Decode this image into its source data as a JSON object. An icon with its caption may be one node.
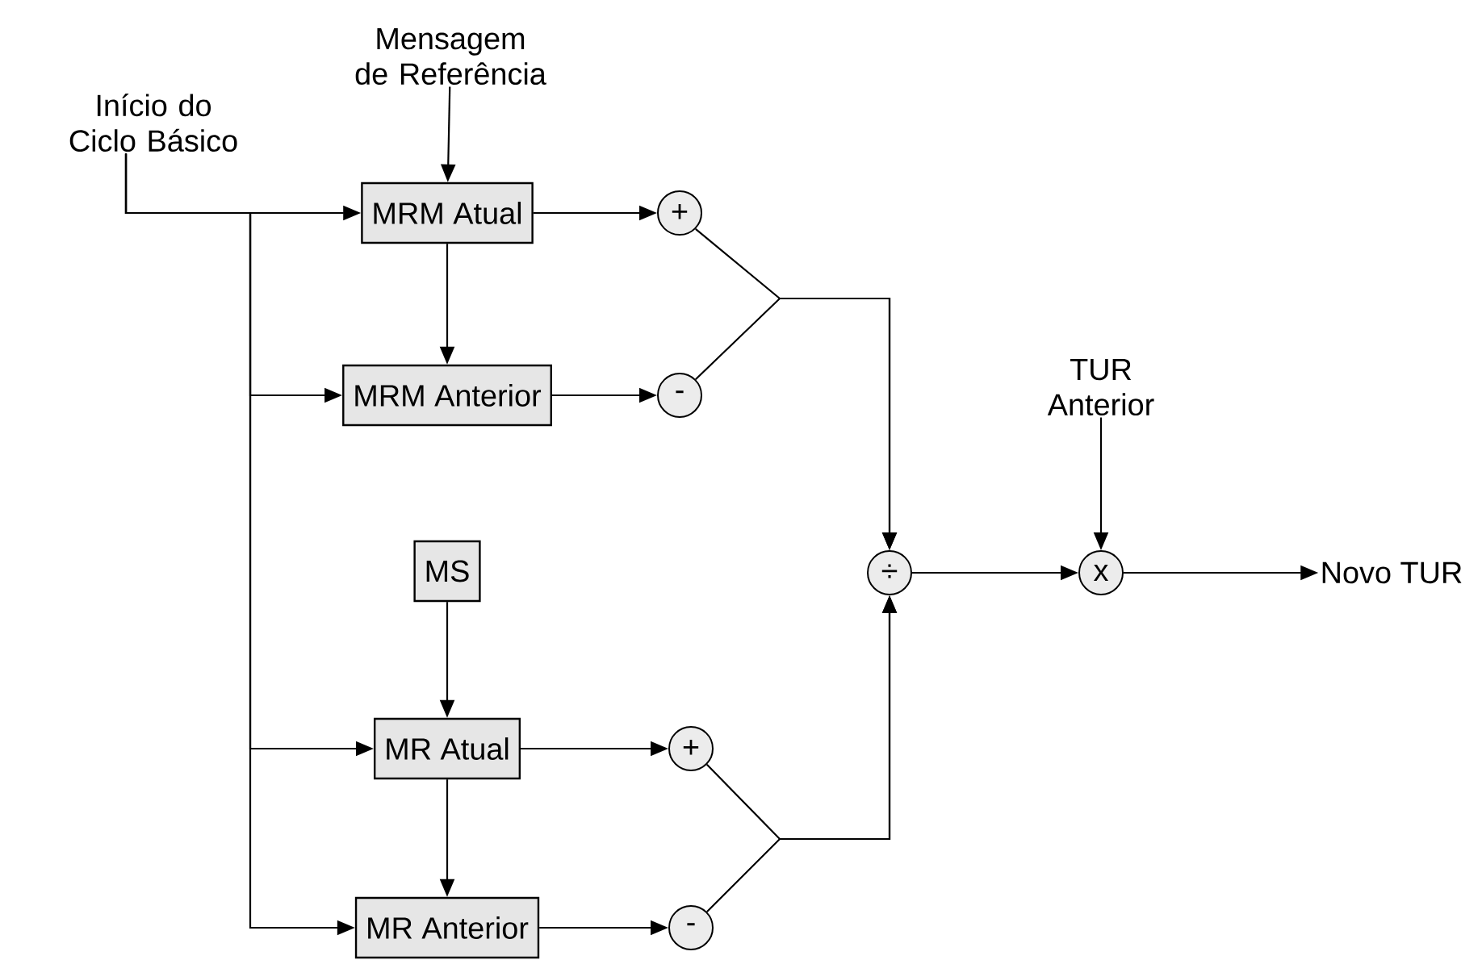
{
  "diagram": {
    "nodes": [
      {
        "text": [
          "Início do Ciclo Básico"
        ]
      },
      {
        "text": [
          "Mensagem de Referência"
        ]
      },
      {
        "text": [
          "MRM Atual"
        ]
      },
      {
        "text": [
          "MRM Anterior"
        ]
      },
      {
        "text": [
          "+"
        ]
      },
      {
        "text": [
          "-"
        ]
      },
      {
        "text": [
          "MS"
        ]
      },
      {
        "text": [
          "MR Atual"
        ]
      },
      {
        "text": [
          "MR Anterior"
        ]
      },
      {
        "text": [
          "+"
        ]
      },
      {
        "text": [
          "-"
        ]
      },
      {
        "text": [
          "÷"
        ]
      },
      {
        "text": [
          "TUR Anterior"
        ]
      },
      {
        "text": [
          "x"
        ]
      },
      {
        "text": [
          "Novo TUR"
        ]
      }
    ],
    "edges": [
      {
        "from": 0,
        "to": 2,
        "arrow": "to"
      },
      {
        "from": 0,
        "to": 3,
        "arrow": "to"
      },
      {
        "from": 0,
        "to": 7,
        "arrow": "to"
      },
      {
        "from": 0,
        "to": 8,
        "arrow": "to"
      },
      {
        "from": 1,
        "to": 2,
        "arrow": "to"
      },
      {
        "from": 2,
        "to": 3,
        "arrow": "to"
      },
      {
        "from": 2,
        "to": 4,
        "arrow": "to"
      },
      {
        "from": 3,
        "to": 5,
        "arrow": "to"
      },
      {
        "from": 6,
        "to": 7,
        "arrow": "to"
      },
      {
        "from": 7,
        "to": 8,
        "arrow": "to"
      },
      {
        "from": 7,
        "to": 9,
        "arrow": "to"
      },
      {
        "from": 8,
        "to": 10,
        "arrow": "to"
      },
      {
        "from": 4,
        "to": 11,
        "arrow": "to"
      },
      {
        "from": 5,
        "to": 11,
        "arrow": "to"
      },
      {
        "from": 9,
        "to": 11,
        "arrow": "to"
      },
      {
        "from": 10,
        "to": 11,
        "arrow": "to"
      },
      {
        "from": 11,
        "to": 13,
        "arrow": "to"
      },
      {
        "from": 12,
        "to": 13,
        "arrow": "to"
      },
      {
        "from": 13,
        "to": 14,
        "arrow": "to"
      }
    ]
  }
}
